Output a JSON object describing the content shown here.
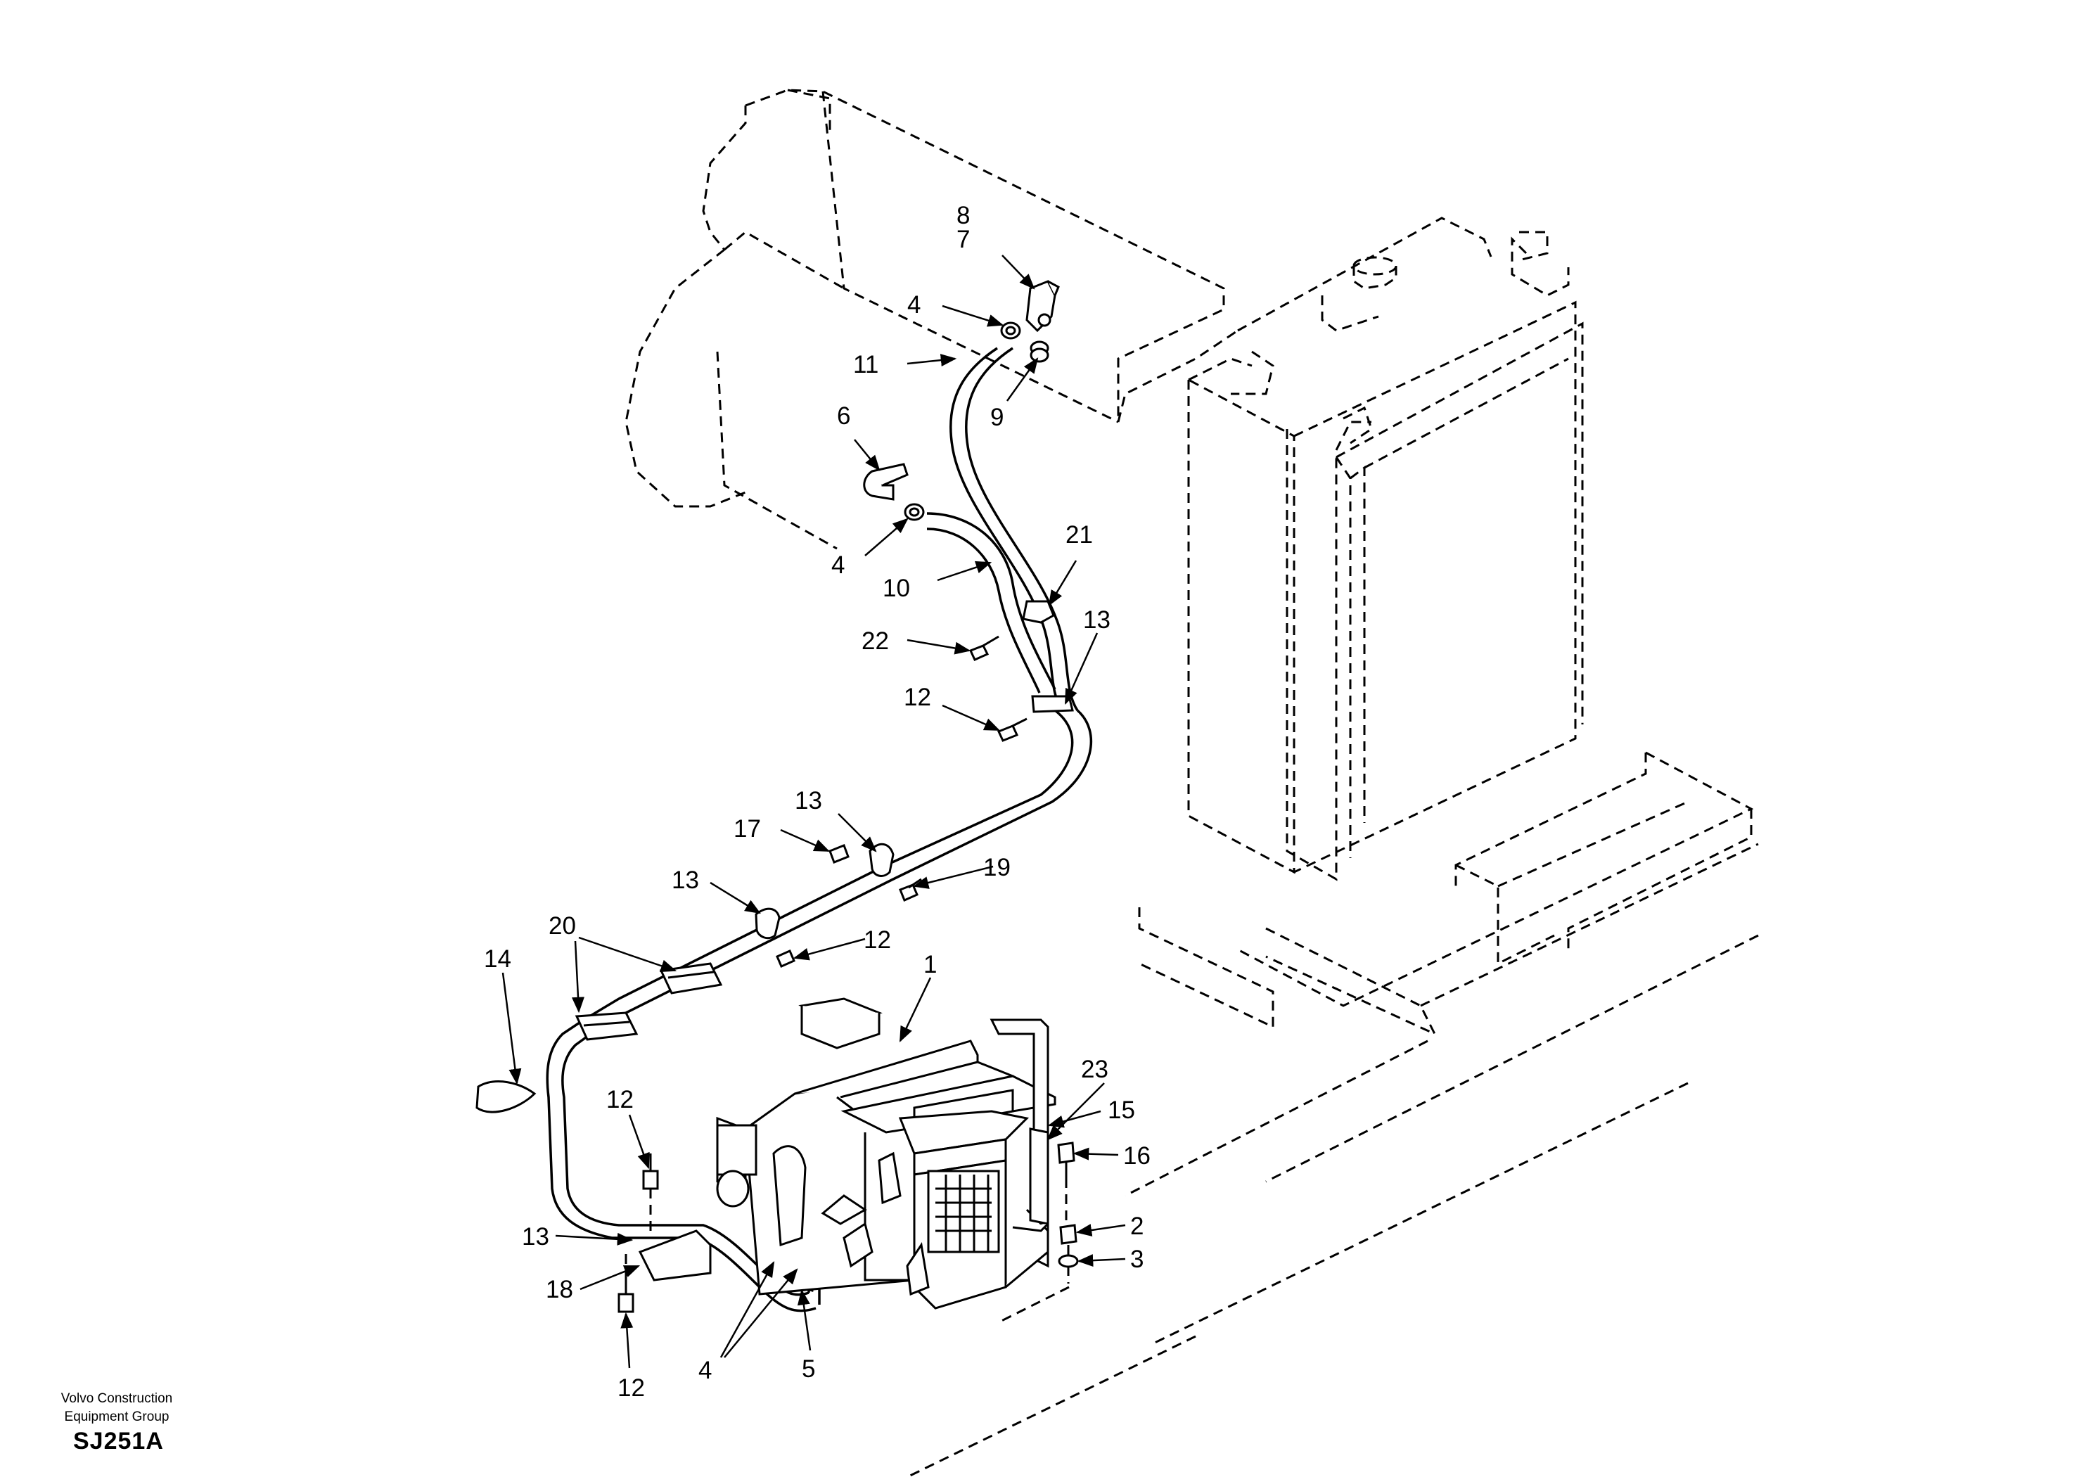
{
  "diagram": {
    "footer": {
      "company": "Volvo Construction Equipment Group",
      "drawing_code": "SJ251A"
    },
    "callouts": [
      {
        "label": "8"
      },
      {
        "label": "7"
      },
      {
        "label": "4"
      },
      {
        "label": "11"
      },
      {
        "label": "9"
      },
      {
        "label": "6"
      },
      {
        "label": "4"
      },
      {
        "label": "10"
      },
      {
        "label": "21"
      },
      {
        "label": "22"
      },
      {
        "label": "13"
      },
      {
        "label": "12"
      },
      {
        "label": "13"
      },
      {
        "label": "17"
      },
      {
        "label": "19"
      },
      {
        "label": "13"
      },
      {
        "label": "12"
      },
      {
        "label": "20"
      },
      {
        "label": "14"
      },
      {
        "label": "1"
      },
      {
        "label": "23"
      },
      {
        "label": "15"
      },
      {
        "label": "12"
      },
      {
        "label": "16"
      },
      {
        "label": "2"
      },
      {
        "label": "3"
      },
      {
        "label": "13"
      },
      {
        "label": "18"
      },
      {
        "label": "4"
      },
      {
        "label": "5"
      },
      {
        "label": "12"
      }
    ]
  }
}
